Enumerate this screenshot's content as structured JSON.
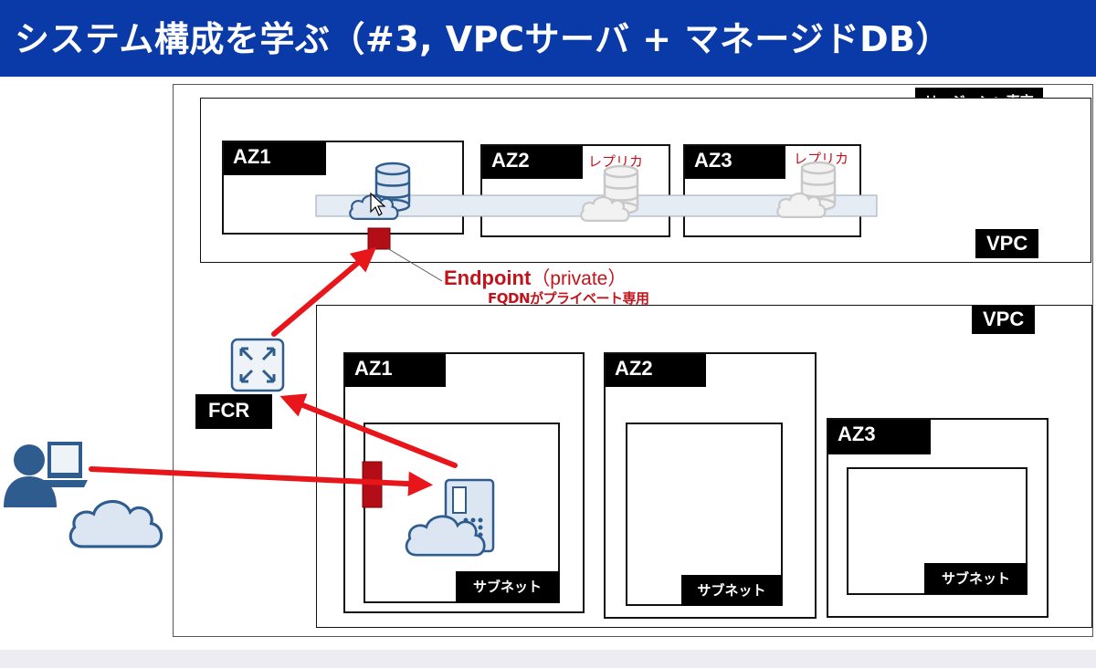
{
  "title": "システム構成を学ぶ（#3, VPCサーバ + マネージドDB）",
  "region_label": "リージョン：東京",
  "top_vpc": {
    "label": "VPC",
    "az1": "AZ1",
    "az2": "AZ2",
    "az3": "AZ3",
    "replica_label": "レプリカ"
  },
  "endpoint": {
    "name": "Endpoint",
    "type": "（private）",
    "note": "FQDNがプライベート専用"
  },
  "router_label": "FCR",
  "bottom_vpc": {
    "label": "VPC",
    "az1": "AZ1",
    "az2": "AZ2",
    "az3": "AZ3",
    "subnet_label": "サブネット"
  },
  "colors": {
    "title_bg": "#0a3aa8",
    "arrow": "#e8151b",
    "endpoint": "#c0141c",
    "icon_blue": "#2f5c8f",
    "icon_light": "#dbe6f2"
  }
}
